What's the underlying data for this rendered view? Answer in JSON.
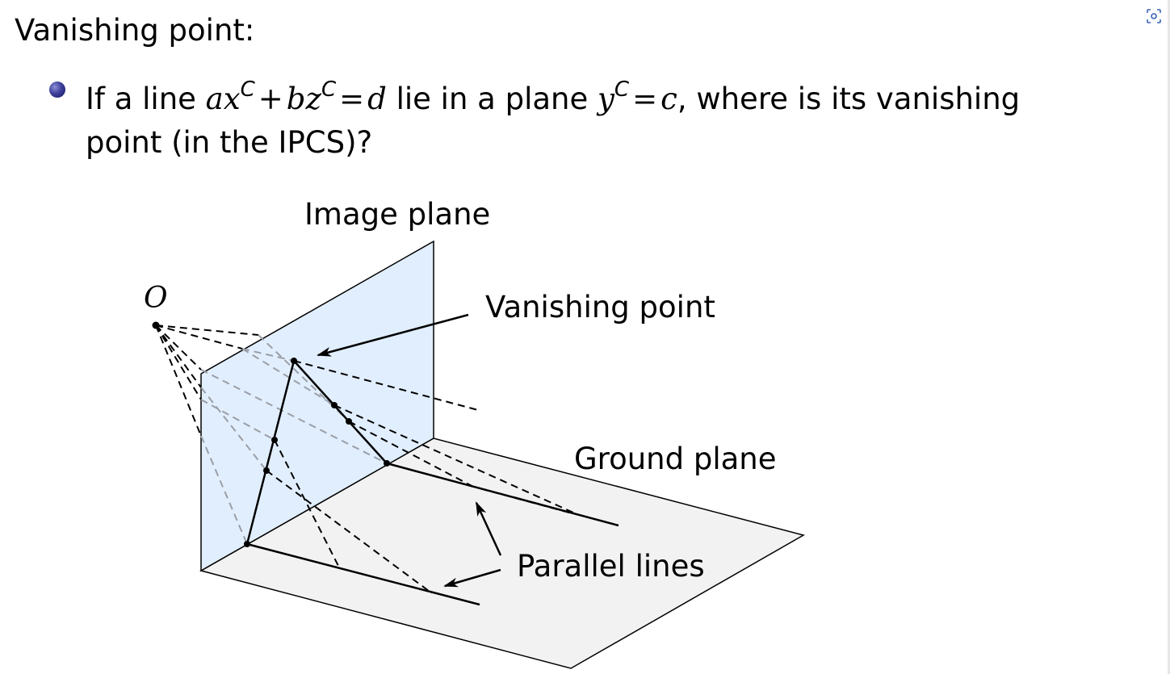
{
  "slide": {
    "title": "Vanishing point:",
    "bullet": {
      "text_1": "If a line ",
      "a": "ax",
      "c_sup": "C",
      "plus": "+",
      "b": "bz",
      "eq": "=",
      "d": "d",
      "text_2": " lie in a plane ",
      "y": "y",
      "c": "c",
      "text_3": ", where is its vanishing",
      "line_2": "point (in the IPCS)?"
    }
  },
  "diagram": {
    "origin_label": "O",
    "image_plane_label": "Image plane",
    "vanishing_point_label": "Vanishing point",
    "ground_plane_label": "Ground plane",
    "parallel_lines_label": "Parallel lines",
    "image_plane_color": "#e1eefd",
    "ground_plane_color": "#f2f2f2"
  },
  "icons": {
    "screenshot": "screenshot-focus-icon"
  }
}
